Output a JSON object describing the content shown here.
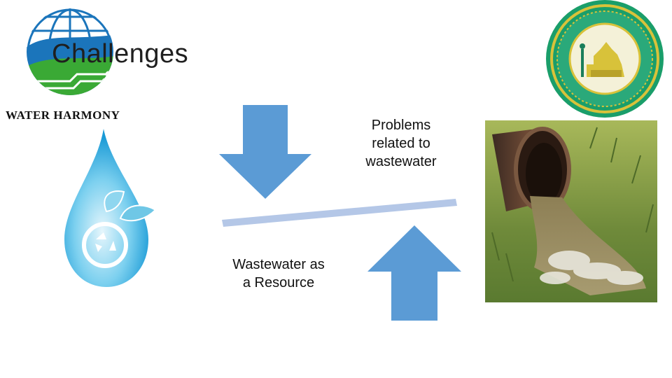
{
  "slide": {
    "title": "Challenges",
    "logo_text": "WATER HARMONY",
    "caption_top": "Problems related to wastewater",
    "caption_bottom": "Wastewater as a Resource"
  },
  "colors": {
    "arrow": "#5b9bd5",
    "beam": "#b4c7e7",
    "logo_blue": "#1b75bb",
    "logo_green": "#3aa935",
    "drop_blue": "#29a8e0",
    "seal_green": "#1a9e6a",
    "seal_gold": "#d8c23a"
  },
  "icons": {
    "logo": "water-harmony-globe-logo",
    "seal": "university-seal-emblem",
    "drop": "recycle-water-drop-icon",
    "photo": "wastewater-pipe-photo"
  }
}
